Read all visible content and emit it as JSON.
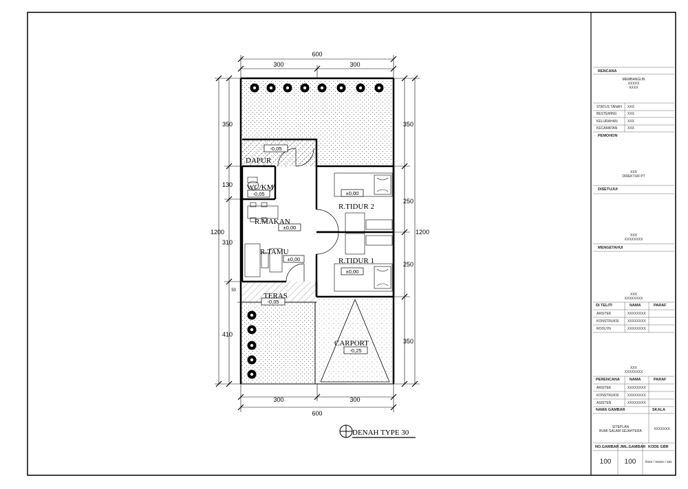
{
  "drawing": {
    "title": "DENAH TYPE 30",
    "dims": {
      "top_total": "600",
      "top_left": "300",
      "top_right": "300",
      "bottom_total": "600",
      "bottom_left": "300",
      "bottom_right": "300",
      "left_total": "1200",
      "left_1": "350",
      "left_2": "130",
      "left_3": "310",
      "left_4": "410",
      "right_total": "1200",
      "right_1": "350",
      "right_2": "250",
      "right_3": "250",
      "right_4": "350",
      "teras_small": "50"
    },
    "rooms": {
      "dapur": "DAPUR",
      "wc": "WC/KM",
      "r_makan": "R.MAKAN",
      "r_tamu": "R.TAMU",
      "teras": "TERAS",
      "carport": "CARPORT",
      "r_tidur_1": "R.TIDUR 1",
      "r_tidur_2": "R.TIDUR 2"
    },
    "levels": {
      "dapur": "-0,05",
      "wc": "-0,05",
      "r_makan": "±0,00",
      "r_tamu": "±0,00",
      "teras": "-0,05",
      "carport": "-0,25",
      "r_tidur_1": "±0,00",
      "r_tidur_2": "±0,00"
    }
  },
  "title_block": {
    "rencana_header": "RENCANA",
    "rencana_line1": "MEMBANGUN",
    "rencana_line2": "XXXXX",
    "rencana_line3": "XXXX",
    "status_rows": [
      {
        "label": "STATUS TANAH",
        "value": "XXX"
      },
      {
        "label": "BESTEMING",
        "value": "XXX"
      },
      {
        "label": "KELURAHAN",
        "value": "XXX"
      },
      {
        "label": "KECAMATAN",
        "value": "XXX"
      }
    ],
    "pemohon_header": "PEMOHON",
    "pemohon_line1": "XXX",
    "pemohon_line2": "DIREKTUR PT",
    "disetujui_header": "DISETUJUI",
    "disetujui_line1": "XXX",
    "disetujui_line2": "XXXXXXXX",
    "mengetahui_header": "MENGETAHUI",
    "mengetahui_line1": "XXX",
    "mengetahui_line2": "XXXXXXXX",
    "diteliti": {
      "col1": "DI TELITI",
      "col2": "NAMA",
      "col3": "PARAF",
      "rows": [
        {
          "role": "ARSITEK",
          "name": "XXXXXXXX"
        },
        {
          "role": "KONSTRUKSI",
          "name": "XXXXXXXX"
        },
        {
          "role": "ROOLYN",
          "name": "XXXXXXXX"
        }
      ]
    },
    "sign2_line1": "XXX",
    "sign2_line2": "XXXXXXXX",
    "perencana": {
      "col1": "PERENCANA",
      "col2": "NAMA",
      "col3": "PARAF",
      "rows": [
        {
          "role": "ARSITEK",
          "name": "XXXXXXXX"
        },
        {
          "role": "KONSTRUKSI",
          "name": "XXXXXXXX"
        },
        {
          "role": "ASISTEN",
          "name": "XXXXXXXX"
        }
      ]
    },
    "nama_gambar_header": "NAMA GAMBAR",
    "skala_header": "SKALA",
    "nama_gambar_line1": "SITEPLAN",
    "nama_gambar_line2": "BUMI SALAM SEJAHTERA",
    "skala_value": "XXXXXXX",
    "no_gambar_header": "NO.GAMBAR",
    "jml_gambar_header": "JML.GAMBAR",
    "kode_gbr_header": "KODE GBR",
    "no_gambar": "100",
    "jml_gambar": "100",
    "kode_gbr": "Xxxx / xxxxx / xxx"
  }
}
